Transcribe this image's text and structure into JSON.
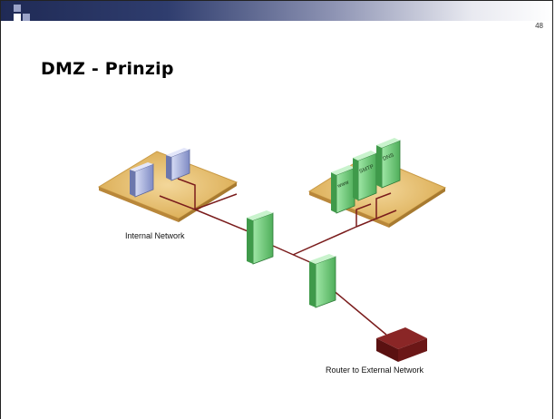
{
  "slide": {
    "page_number": "48",
    "title": "DMZ - Prinzip"
  },
  "diagram": {
    "internal_network_label": "Internal Network",
    "router_label": "Router to External Network",
    "dmz_servers": [
      {
        "label": "www"
      },
      {
        "label": "SMTP"
      },
      {
        "label": "DNS"
      }
    ]
  },
  "colors": {
    "header_dark": "#1f2a55",
    "platform": "#e9c77c",
    "firewall": "#7fd38a",
    "client": "#aab4e6",
    "link": "#7a1c1c",
    "router": "#6b1717"
  }
}
